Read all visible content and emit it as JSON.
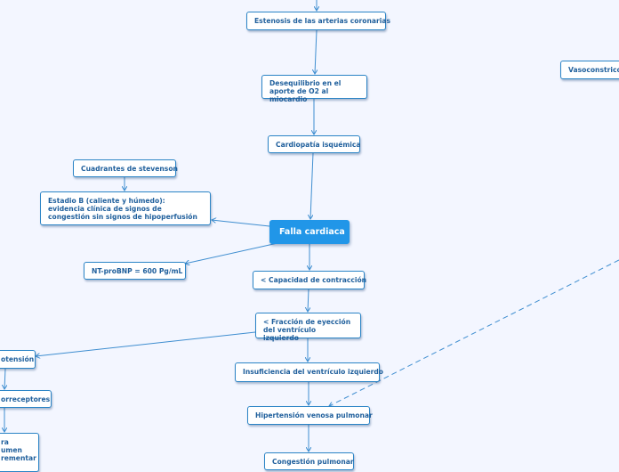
{
  "nodes": {
    "estenosis": "Estenosis de las arterias coronarias",
    "desequilibrio": "Desequilibrio en el aporte de O2 al miocardio",
    "cardiopatia": "Cardiopatía isquémica",
    "falla": "Falla cardiaca",
    "cuadrantes": "Cuadrantes de stevenson",
    "estadio_b": "Estadio B (caliente y húmedo): evidencia clínica de signos de congestión sin signos de hipoperfusión",
    "ntprobnp": "NT-proBNP = 600 Pg/mL",
    "capacidad": "< Capacidad de contracción",
    "fraccion": "< Fracción de eyección del ventrículo izquierdo",
    "insuficiencia": "Insuficiencia del ventrículo izquierdo",
    "hipertension": "Hipertensión venosa pulmonar",
    "congestion": "Congestión pulmonar",
    "vasoconstriccion": "Vasoconstricci",
    "hipotension": "otensión",
    "barorreceptores": "orreceptores",
    "volumen": "ra\numen\nrementar"
  }
}
